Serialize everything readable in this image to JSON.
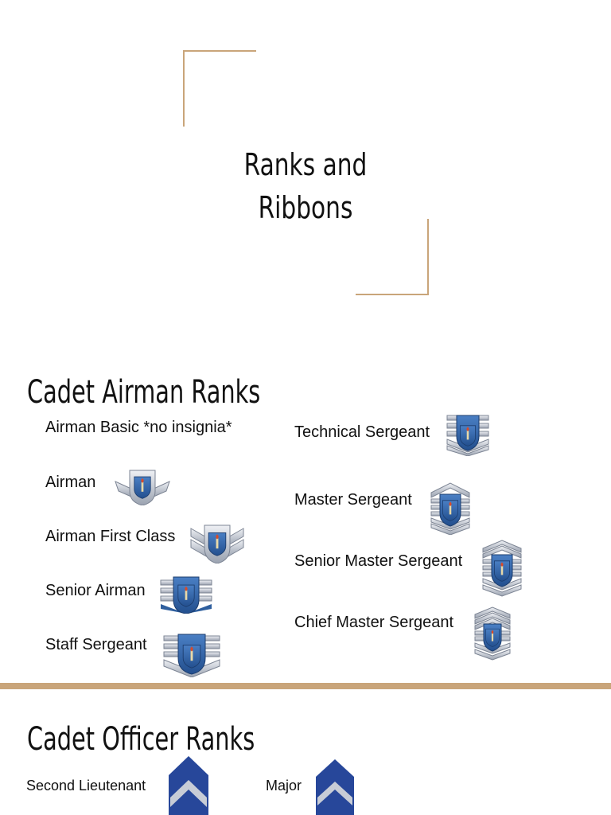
{
  "title": {
    "line1": "Ranks and",
    "line2": "Ribbons"
  },
  "airman_section": {
    "heading": "Cadet Airman Ranks",
    "left_ranks": [
      {
        "label": "Airman Basic *no insignia*",
        "icon": "none"
      },
      {
        "label": "Airman",
        "icon": "airman-wings-icon"
      },
      {
        "label": "Airman First Class",
        "icon": "airman-first-class-icon"
      },
      {
        "label": "Senior Airman",
        "icon": "senior-airman-icon"
      },
      {
        "label": "Staff Sergeant",
        "icon": "staff-sergeant-icon"
      }
    ],
    "right_ranks": [
      {
        "label": "Technical Sergeant",
        "icon": "technical-sergeant-icon"
      },
      {
        "label": "Master Sergeant",
        "icon": "master-sergeant-icon"
      },
      {
        "label": "Senior Master Sergeant",
        "icon": "senior-master-sergeant-icon"
      },
      {
        "label": "Chief Master Sergeant",
        "icon": "chief-master-sergeant-icon"
      }
    ]
  },
  "officer_section": {
    "heading": "Cadet Officer Ranks",
    "ranks": [
      {
        "label": "Second Lieutenant",
        "icon": "second-lieutenant-chevron-icon"
      },
      {
        "label": "Major",
        "icon": "major-chevron-icon"
      }
    ]
  },
  "colors": {
    "accent": "#c9a57a",
    "insignia_blue": "#2f5f9e",
    "insignia_silver": "#c7ccd6",
    "chevron_navy": "#27479a"
  }
}
